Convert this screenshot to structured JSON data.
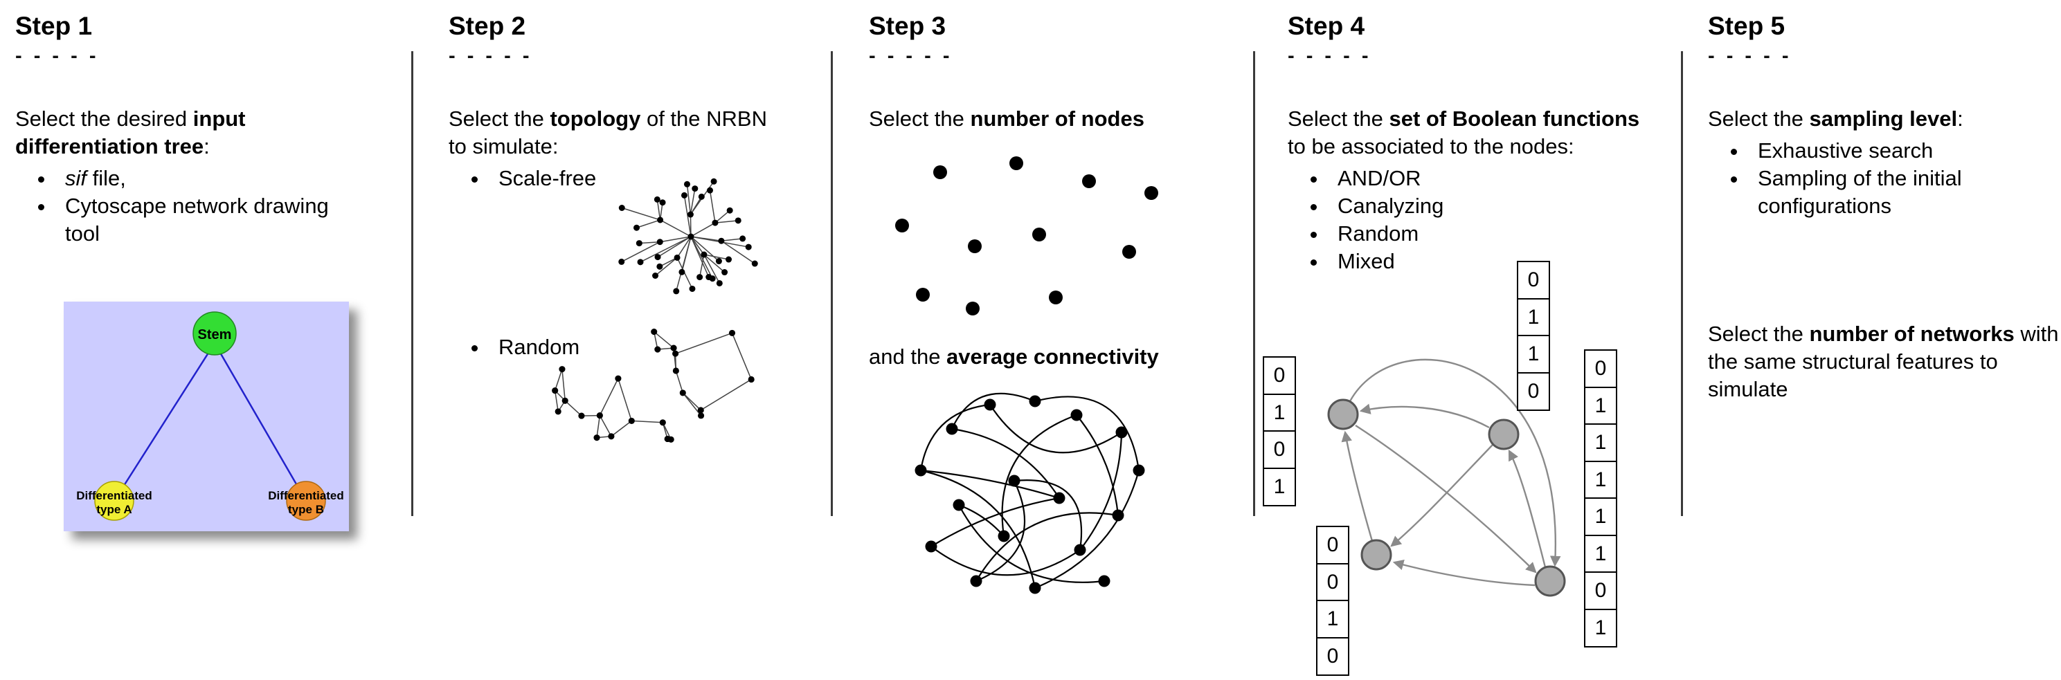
{
  "page": {
    "background": "#ffffff"
  },
  "step1": {
    "title": "Step 1",
    "dashes": "- - - - -",
    "intro": [
      {
        "t": "Select the desired "
      },
      {
        "t": "input differentiation tree",
        "b": true
      },
      {
        "t": ":"
      }
    ],
    "bullets": [
      [
        {
          "t": "sif",
          "i": true
        },
        {
          "t": " file,"
        }
      ],
      [
        {
          "t": "Cytoscape network drawing tool"
        }
      ]
    ],
    "tree": {
      "background": "#ccccff",
      "edge_color": "#2222cc",
      "root_label": "Stem",
      "root_color": "#33dd33",
      "left_label_1": "Differentiated",
      "left_label_2": "type A",
      "left_color": "#f0ee33",
      "right_label_1": "Differentiated",
      "right_label_2": "type B",
      "right_color": "#f09030"
    }
  },
  "step2": {
    "title": "Step 2",
    "dashes": "- - - - -",
    "intro": [
      {
        "t": "Select the "
      },
      {
        "t": "topology",
        "b": true
      },
      {
        "t": " of the NRBN to simulate:"
      }
    ],
    "bullets": [
      [
        {
          "t": "Scale-free"
        }
      ],
      [
        {
          "t": "Random"
        }
      ]
    ]
  },
  "step3": {
    "title": "Step 3",
    "dashes": "- - - - -",
    "line1": [
      {
        "t": "Select the "
      },
      {
        "t": "number of nodes",
        "b": true
      }
    ],
    "line2": [
      {
        "t": "and the "
      },
      {
        "t": "average connectivity",
        "b": true
      }
    ]
  },
  "step4": {
    "title": "Step 4",
    "dashes": "- - - - -",
    "intro": [
      {
        "t": "Select the "
      },
      {
        "t": "set of Boolean functions",
        "b": true
      },
      {
        "t": " to be associated to the nodes:"
      }
    ],
    "bullets": [
      [
        {
          "t": "AND/OR"
        }
      ],
      [
        {
          "t": "Canalyzing"
        }
      ],
      [
        {
          "t": "Random"
        }
      ],
      [
        {
          "t": "Mixed"
        }
      ]
    ],
    "node_color": "#ababab",
    "tables": [
      {
        "cells": [
          "0",
          "1",
          "0",
          "1"
        ]
      },
      {
        "cells": [
          "0",
          "1",
          "1",
          "0"
        ]
      },
      {
        "cells": [
          "0",
          "0",
          "1",
          "0"
        ]
      },
      {
        "cells": [
          "0",
          "1",
          "1",
          "1",
          "1",
          "1",
          "0",
          "1"
        ]
      }
    ]
  },
  "step5": {
    "title": "Step 5",
    "dashes": "- - - - -",
    "intro": [
      {
        "t": "Select the "
      },
      {
        "t": "sampling level",
        "b": true
      },
      {
        "t": ":"
      }
    ],
    "bullets": [
      [
        {
          "t": "Exhaustive search"
        }
      ],
      [
        {
          "t": "Sampling of the initial configurations"
        }
      ]
    ],
    "para2": [
      {
        "t": "Select the "
      },
      {
        "t": "number of networks",
        "b": true
      },
      {
        "t": " with the same structural features to simulate"
      }
    ]
  }
}
